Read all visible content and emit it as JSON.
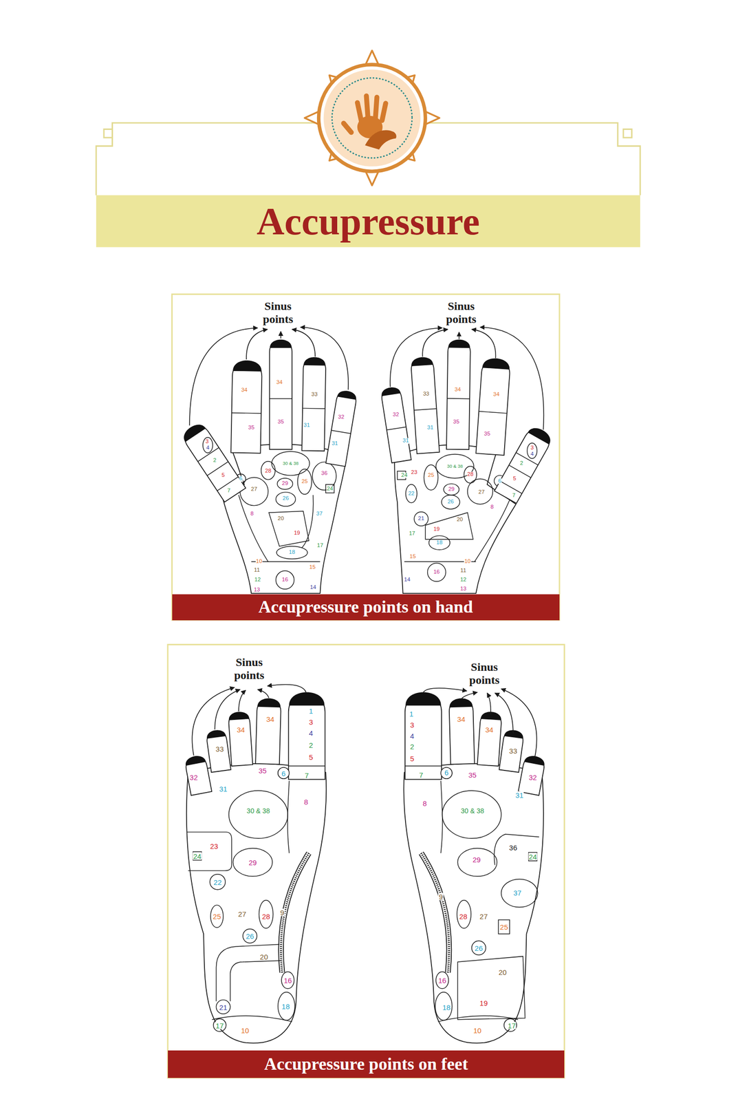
{
  "diagram": {
    "title": "Accupressure",
    "nodes": [
      {
        "text": [
          "Accupressure points on hand"
        ]
      },
      {
        "text": [
          "Accupressure points on feet"
        ]
      }
    ],
    "labels": [
      "Sinus points",
      "Sinus points",
      "34",
      "34",
      "33",
      "32",
      "35",
      "35",
      "31",
      "31",
      "3",
      "4",
      "2",
      "5",
      "6",
      "7",
      "30 & 38",
      "28",
      "29",
      "25",
      "36",
      "24",
      "27",
      "26",
      "8",
      "37",
      "20",
      "19",
      "17",
      "18",
      "10",
      "15",
      "11",
      "16",
      "12",
      "13",
      "14",
      "32",
      "33",
      "34",
      "34",
      "31",
      "31",
      "35",
      "35",
      "3",
      "4",
      "2",
      "5",
      "6",
      "7",
      "24",
      "23",
      "25",
      "30 & 38",
      "28",
      "29",
      "27",
      "22",
      "26",
      "8",
      "21",
      "20",
      "19",
      "17",
      "18",
      "15",
      "10",
      "11",
      "16",
      "14",
      "12",
      "13",
      "Sinus points",
      "Sinus points",
      "32",
      "33",
      "34",
      "34",
      "1",
      "3",
      "4",
      "2",
      "5",
      "35",
      "6",
      "7",
      "31",
      "8",
      "30 & 38",
      "23",
      "24",
      "29",
      "22",
      "9",
      "27",
      "25",
      "28",
      "26",
      "20",
      "16",
      "21",
      "18",
      "17",
      "10",
      "1",
      "3",
      "4",
      "2",
      "5",
      "34",
      "34",
      "33",
      "32",
      "7",
      "6",
      "35",
      "31",
      "8",
      "30 & 38",
      "36",
      "24",
      "29",
      "37",
      "9",
      "28",
      "27",
      "25",
      "26",
      "20",
      "16",
      "18",
      "19",
      "10",
      "17"
    ]
  }
}
